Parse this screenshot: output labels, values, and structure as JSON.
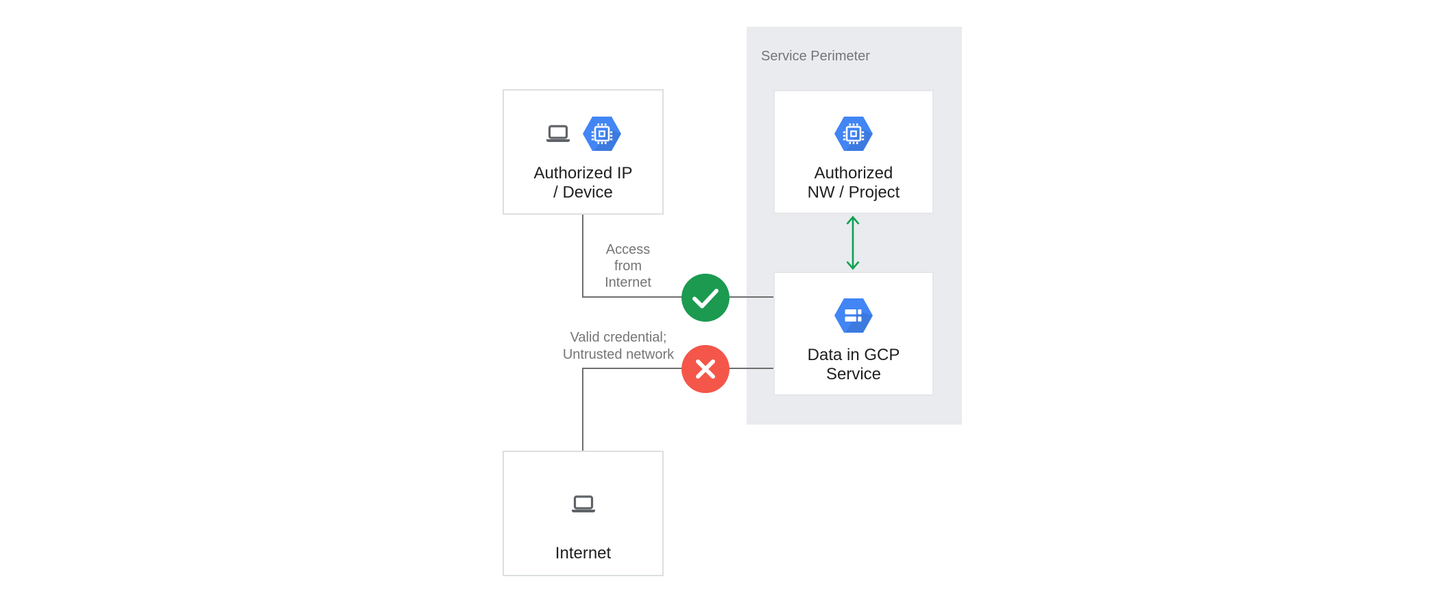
{
  "perimeter": {
    "label": "Service Perimeter"
  },
  "nodes": {
    "authorized_ip": {
      "line1": "Authorized IP",
      "line2": "/ Device"
    },
    "authorized_nw": {
      "line1": "Authorized",
      "line2": "NW / Project"
    },
    "data_in_gcp": {
      "line1": "Data in GCP",
      "line2": "Service"
    },
    "internet": {
      "line1": "Internet"
    }
  },
  "edges": {
    "access": {
      "line1": "Access",
      "line2": "from",
      "line3": "Internet",
      "status": "allowed"
    },
    "credential": {
      "line1": "Valid credential;",
      "line2": "Untrusted network",
      "status": "denied"
    },
    "perimeter_link": {
      "status": "bidirectional"
    }
  },
  "colors": {
    "allowed_green": "#1b9a50",
    "arrow_green": "#0ca052",
    "denied_red": "#f4564a",
    "gcp_blue": "#4285f4",
    "panel_gray": "#e9ebee",
    "line_gray": "#6e6e6e",
    "muted_text": "#757575",
    "dark_text": "#1f1f1f",
    "laptop_gray": "#5f6368"
  }
}
